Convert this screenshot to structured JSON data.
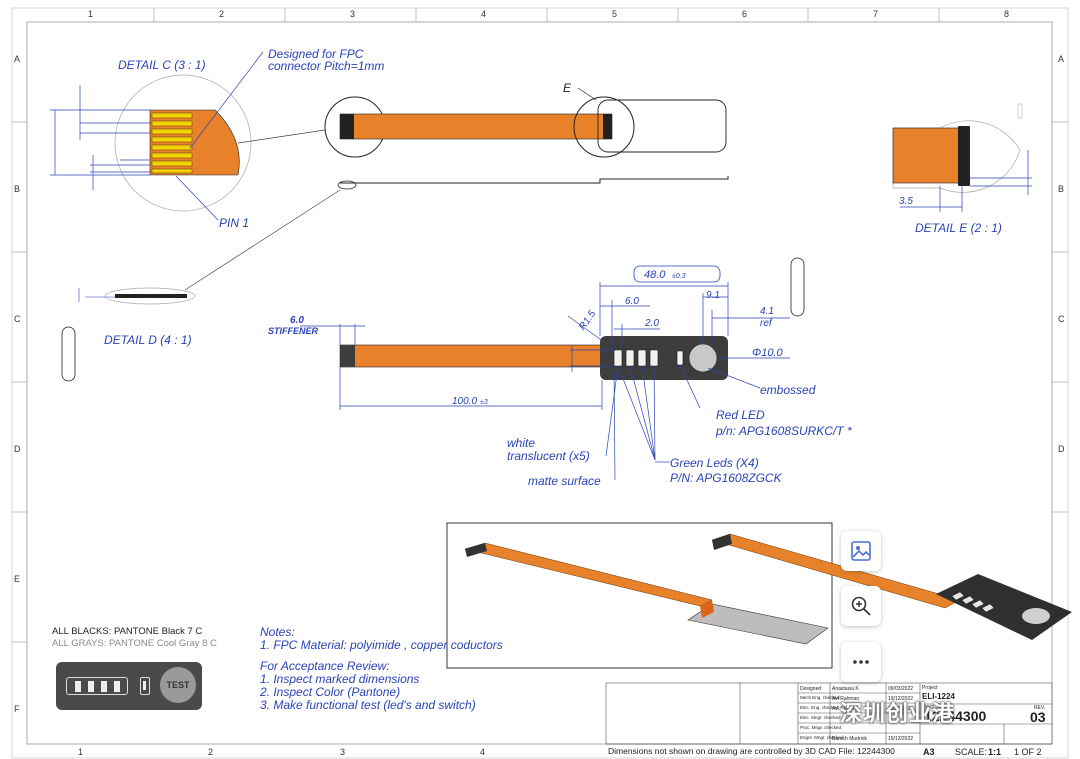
{
  "grid": {
    "columns": [
      "1",
      "2",
      "3",
      "4",
      "5",
      "6",
      "7",
      "8"
    ],
    "rows": [
      "A",
      "B",
      "C",
      "D",
      "E",
      "F"
    ]
  },
  "details": {
    "c_title": "DETAIL C (3 : 1)",
    "c_note_line1": "Designed for FPC",
    "c_note_line2": "connector Pitch=1mm",
    "pin1": "PIN 1",
    "d_title": "DETAIL D (4 : 1)",
    "e_title": "DETAIL E (2 : 1)",
    "e_ref": "E",
    "e_dim": "3.5"
  },
  "dims": {
    "overall": "48.0",
    "overall_tol": "±0.3",
    "d6_0": "6.0",
    "d9_1": "9.1",
    "d4_1": "4.1",
    "ref": "ref",
    "d2_0": "2.0",
    "r1_5": "R1.5",
    "phi10": "Φ10.0",
    "stiff_val": "6.0",
    "stiff_label": "STIFFENER",
    "len100": "100.0",
    "len100_tol": "±3"
  },
  "callouts": {
    "embossed": "embossed",
    "red_led": "Red LED",
    "red_led_pn": "p/n: APG1608SURKC/T *",
    "white_1": "white",
    "white_2": "translucent (x5)",
    "green_leds": "Green Leds (X4)",
    "green_pn": "P/N: APG1608ZGCK",
    "matte": "matte surface"
  },
  "notes": {
    "title": "Notes:",
    "n1": "1.   FPC Material: polyimide , copper coductors",
    "acc_title": "For Acceptance Review:",
    "a1": "1. Inspect marked dimensions",
    "a2": "2.   Inspect Color (Pantone)",
    "a3": "3.   Make functional test (led's and switch)"
  },
  "pantone": {
    "blacks": "ALL BLACKS: PANTONE Black 7 C",
    "grays": "ALL GRAYS: PANTONE Cool Gray 8 C",
    "test": "TEST"
  },
  "title_block": {
    "r_designed": "Designed",
    "v_designed": "Anastasia K",
    "d_designed": "09/03/2022",
    "r_mech": "Mech Eng. checked",
    "v_mech": "Avi Rahman",
    "d_mech": "19/12/2022",
    "r_elec": "Elec. Eng. checked",
    "v_elec": "Avi Shavit",
    "d_elec": "19/12/2022",
    "r_mfg": "Elec. Mngr. checked",
    "r_proc": "Proc. Mngr. checked",
    "r_engr": "Engnr. Mngr. checked",
    "v_engr": "Baruch Mudrnik",
    "d_engr": "19/12/2022",
    "project_label": "Project",
    "project": "ELI-1224",
    "dwg_label": "DWG. NO.",
    "dwg_no": "12244300",
    "rev_label": "REV.",
    "rev": "03",
    "footer": "Dimensions not shown on drawing are controlled by 3D CAD File: 12244300",
    "size": "A3",
    "scale_label": "SCALE:",
    "scale": "1:1",
    "sheet": "1 OF 2"
  },
  "watermark": "深圳创业港",
  "colors": {
    "fpc_orange": "#e8822a",
    "dim_blue": "#2a43b8",
    "panel_dark": "#3d3d3d"
  },
  "toolbar_icons": [
    "image-search-icon",
    "zoom-in-icon",
    "more-icon"
  ]
}
